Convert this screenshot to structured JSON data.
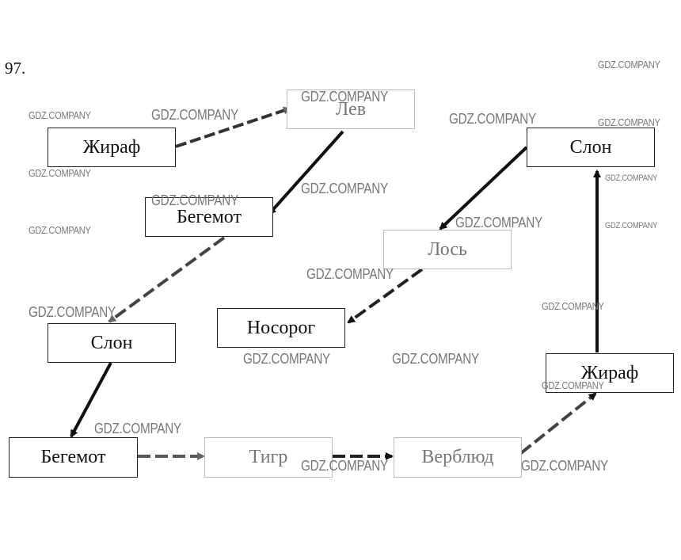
{
  "problem_number": "97.",
  "nodes": {
    "giraffe_top": "Жираф",
    "lion": "Лев",
    "hippo_mid": "Бегемот",
    "elephant_left": "Слон",
    "hippo_bottom": "Бегемот",
    "tiger": "Тигр",
    "camel": "Верблюд",
    "giraffe_right": "Жираф",
    "elephant_right": "Слон",
    "moose": "Лось",
    "rhino": "Носорог"
  },
  "watermark": "GDZ.COMPANY",
  "colors": {
    "arrow": "#111111",
    "arrow_faded": "#6b6b6b",
    "border": "#222222"
  }
}
